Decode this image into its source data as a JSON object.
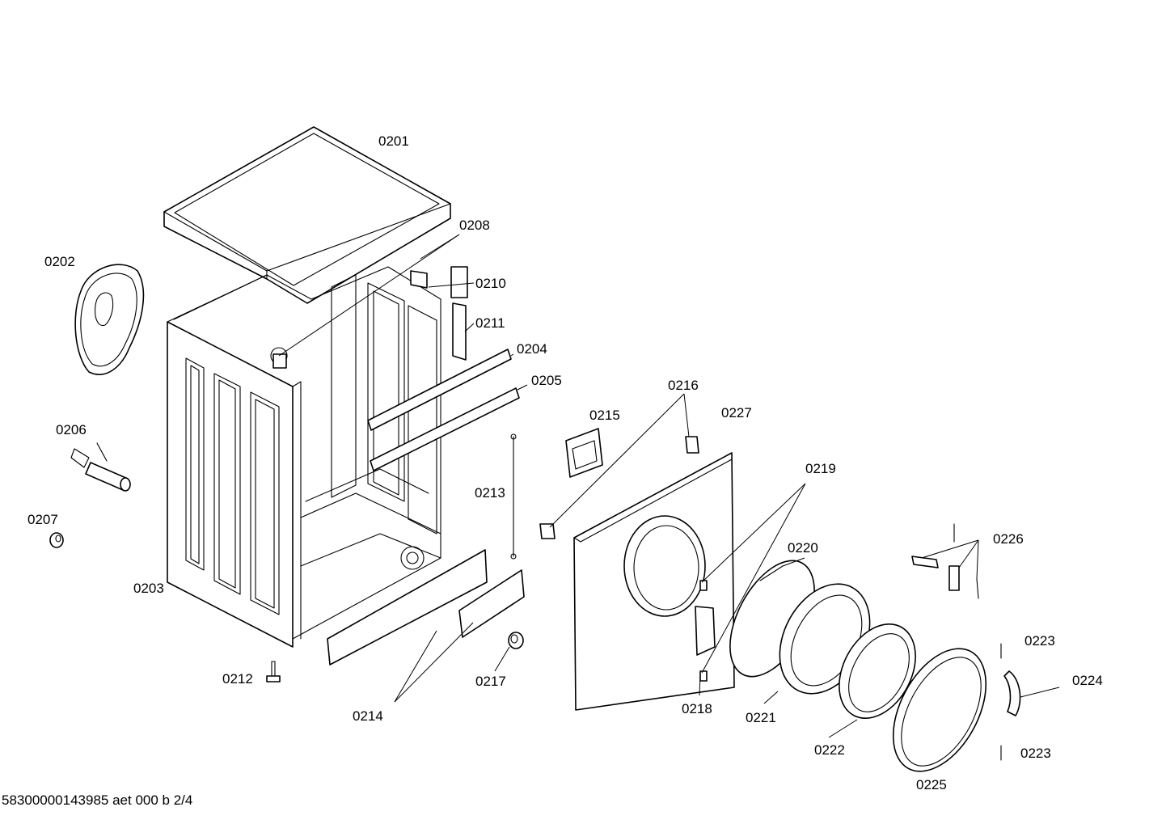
{
  "labels": {
    "p0201": "0201",
    "p0202": "0202",
    "p0203": "0203",
    "p0204": "0204",
    "p0205": "0205",
    "p0206": "0206",
    "p0207": "0207",
    "p0208": "0208",
    "p0210": "0210",
    "p0211": "0211",
    "p0212": "0212",
    "p0213": "0213",
    "p0214": "0214",
    "p0215": "0215",
    "p0216": "0216",
    "p0217": "0217",
    "p0218": "0218",
    "p0219": "0219",
    "p0220": "0220",
    "p0221": "0221",
    "p0222": "0222",
    "p0223_top": "0223",
    "p0223_bottom": "0223",
    "p0224": "0224",
    "p0225": "0225",
    "p0226": "0226",
    "p0227": "0227"
  },
  "footer": {
    "drawing_id": "58300000143985 aet 000 b 2/4"
  },
  "colors": {
    "line": "#000000",
    "background": "#ffffff"
  }
}
